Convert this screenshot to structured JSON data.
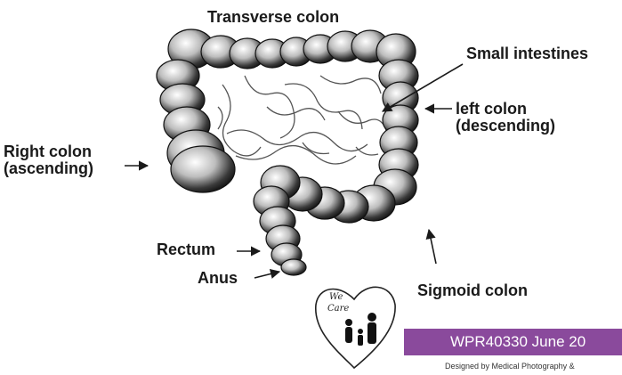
{
  "labels": {
    "transverse_colon": "Transverse colon",
    "small_intestines": "Small intestines",
    "left_colon_line1": "left colon",
    "left_colon_line2": "(descending)",
    "right_colon_line1": "Right colon",
    "right_colon_line2": "(ascending)",
    "rectum": "Rectum",
    "anus": "Anus",
    "sigmoid_colon": "Sigmoid colon"
  },
  "logo": {
    "line1": "We",
    "line2": "Care",
    "icon": "heart-family-icon"
  },
  "footer": {
    "code": "WPR40330 June 20",
    "credit": "Designed by Medical Photography &"
  },
  "colors": {
    "banner": "#8a4a9c",
    "text": "#1a1a1a"
  }
}
